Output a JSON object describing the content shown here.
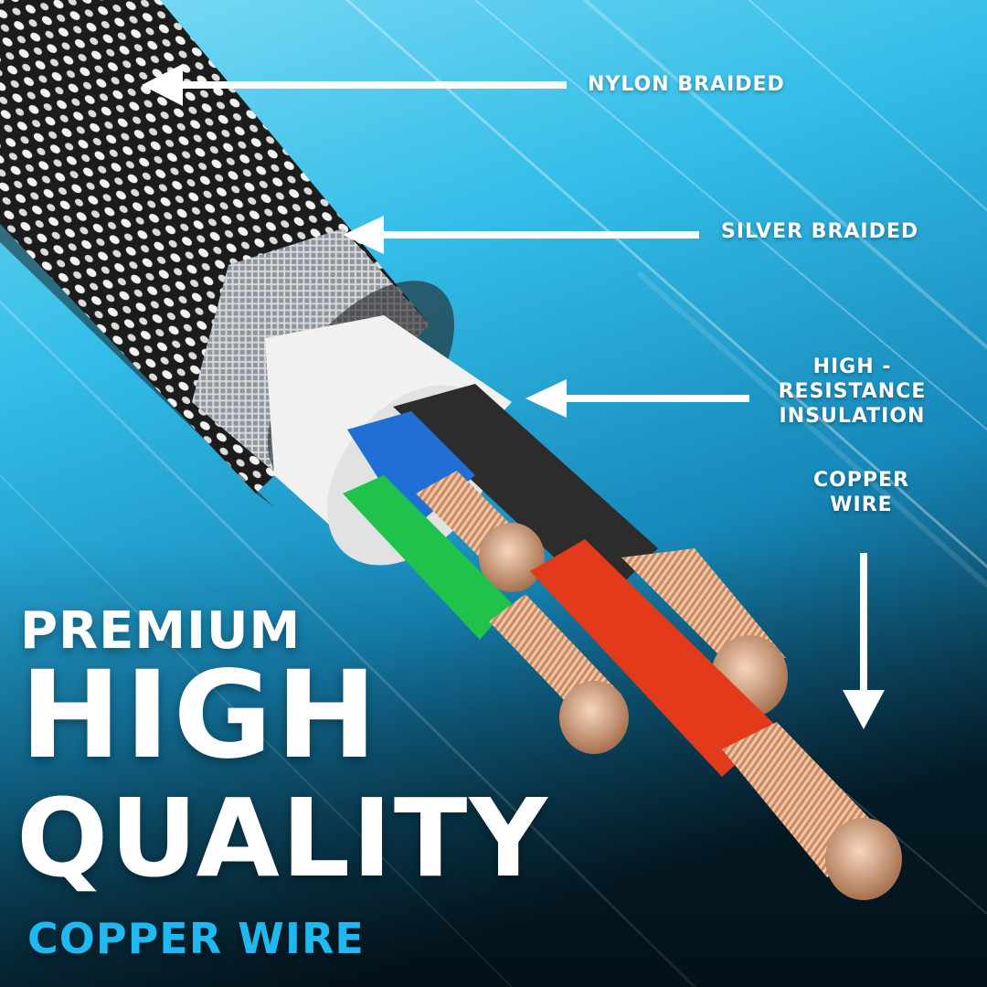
{
  "labels": {
    "nylon_braided": "NYLON BRAIDED",
    "silver_braided": "SILVER BRAIDED",
    "insulation": [
      "HIGH -",
      "RESISTANCE",
      "INSULATION"
    ],
    "copper_wire": [
      "COPPER",
      "WIRE"
    ]
  },
  "headline": {
    "premium": "PREMIUM",
    "high": "HIGH",
    "quality": "QUALITY",
    "sub": "COPPER WIRE"
  },
  "icons": [
    "arrow-left-icon",
    "arrow-down-icon"
  ],
  "colors": {
    "headline_text": "#ffffff",
    "sub_text": "#1fb8f0",
    "bg_light": "#3cc6ee",
    "bg_dark": "#082a3a",
    "wire_blue": "#1f6fd6",
    "wire_green": "#1fc24a",
    "wire_red": "#e23a1a",
    "wire_black": "#2c2c2c",
    "copper": "#d39a72"
  }
}
